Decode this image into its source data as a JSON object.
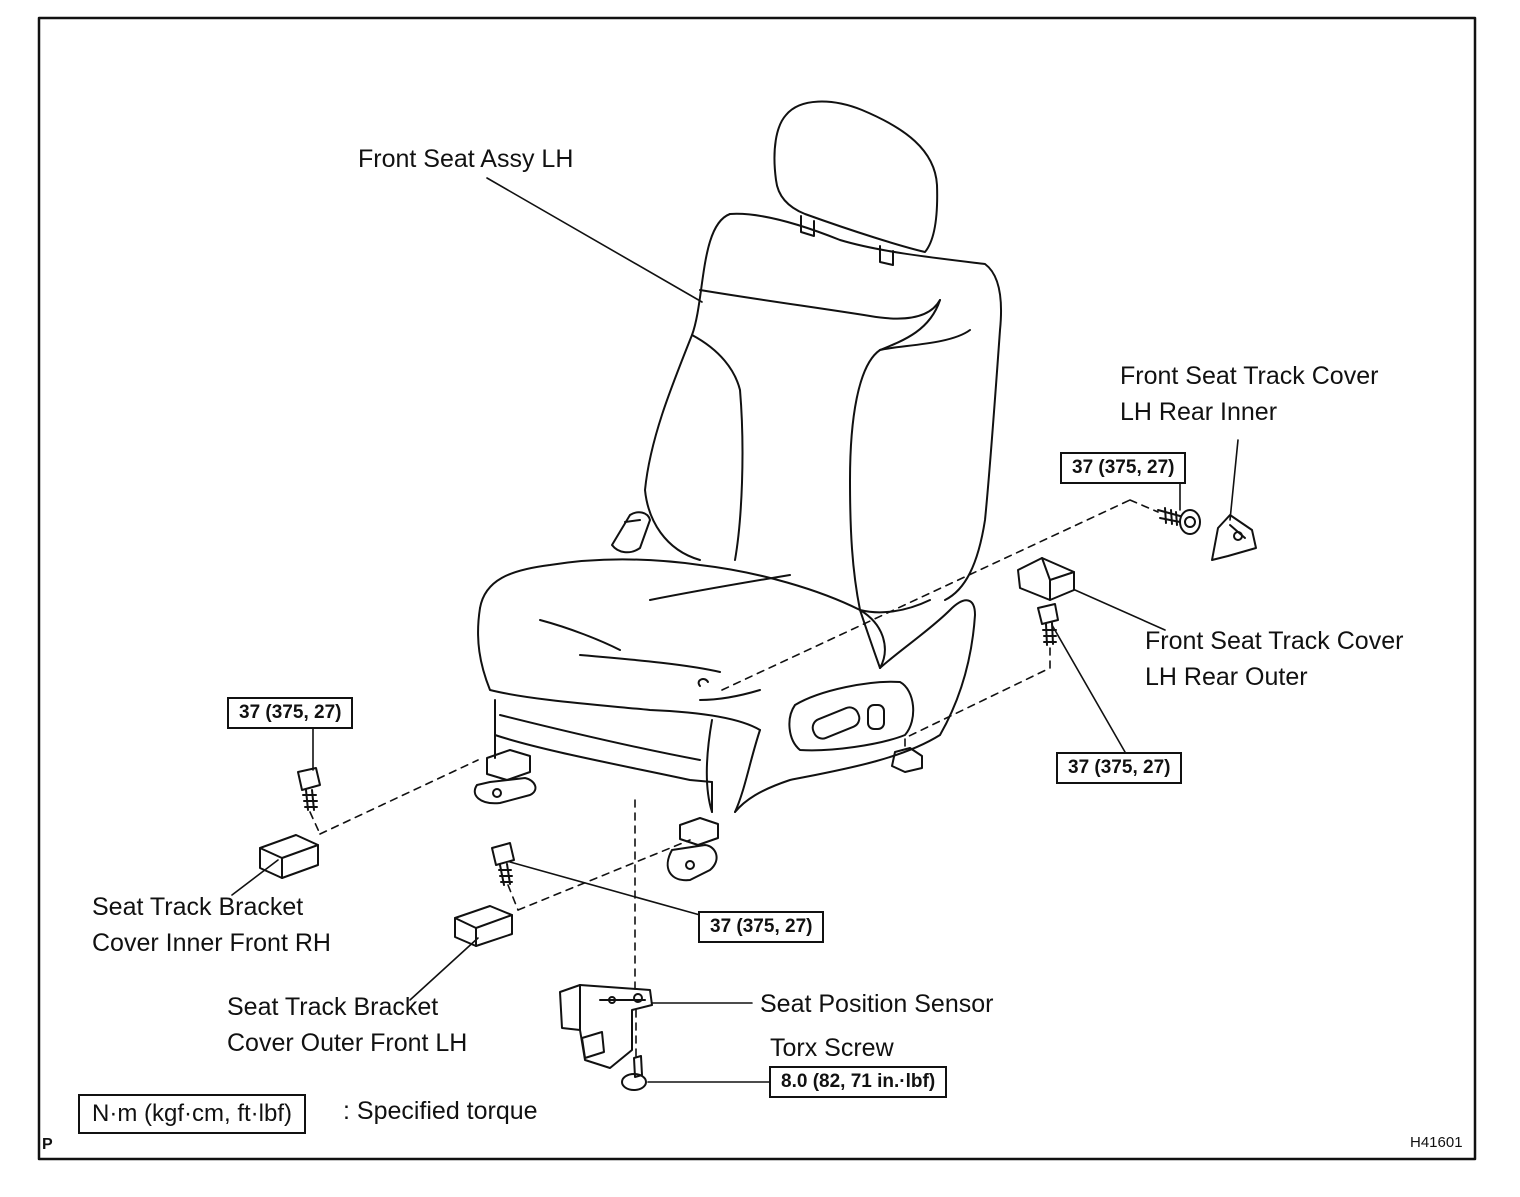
{
  "labels": {
    "front_seat_assy": "Front Seat Assy LH",
    "track_cover_rear_inner": [
      "Front Seat Track Cover",
      "LH Rear Inner"
    ],
    "track_cover_rear_outer": [
      "Front Seat Track Cover",
      "LH Rear Outer"
    ],
    "bracket_cover_inner_front_rh": [
      "Seat Track Bracket",
      "Cover Inner Front RH"
    ],
    "bracket_cover_outer_front_lh": [
      "Seat Track Bracket",
      "Cover Outer Front LH"
    ],
    "seat_position_sensor": "Seat Position Sensor",
    "torx_screw": "Torx Screw",
    "specified_torque": ": Specified torque"
  },
  "torque": {
    "rear_inner_bolt": "37 (375, 27)",
    "rear_outer_bolt": "37 (375, 27)",
    "front_inner_bolt": "37 (375, 27)",
    "front_outer_bolt": "37 (375, 27)",
    "torx_screw": "8.0 (82, 71 in.·lbf)",
    "legend_unit": "N·m (kgf·cm, ft·lbf)"
  },
  "corner_marks": {
    "left": "P",
    "right": "H41601"
  }
}
